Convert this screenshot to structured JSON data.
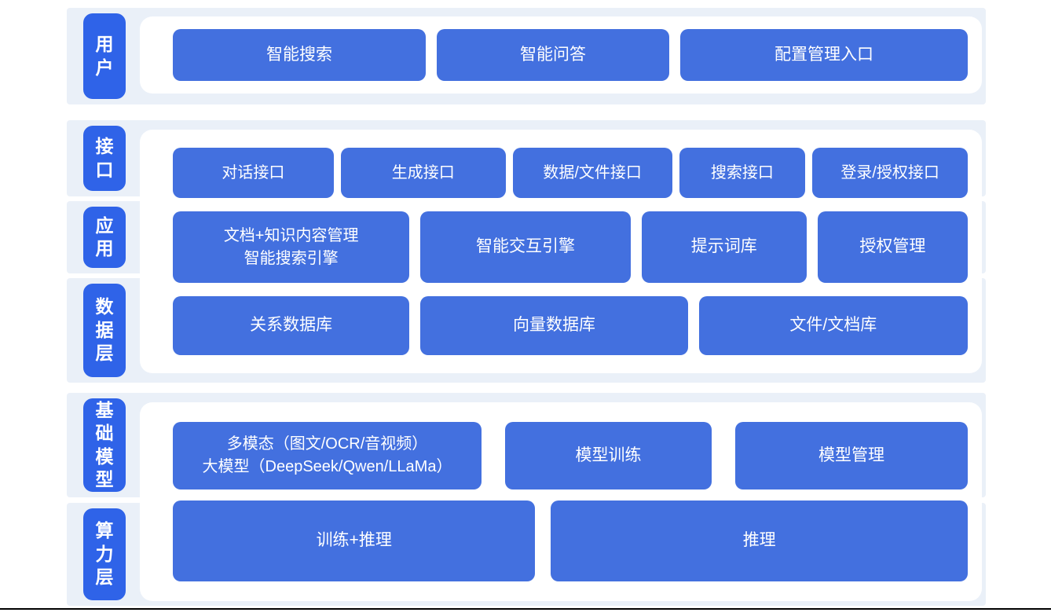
{
  "colors": {
    "band_background": "#eaf0f8",
    "layer_label_blue": "#2f63e8",
    "node_blue": "#4370df",
    "text_white": "#ffffff",
    "bottom_rule_black": "#000000"
  },
  "groups": [
    {
      "name": "user-layer",
      "strips": [
        {
          "label": "用户"
        }
      ],
      "rows": [
        {
          "buttons": [
            {
              "label": "智能搜索"
            },
            {
              "label": "智能问答"
            },
            {
              "label": "配置管理入口"
            }
          ]
        }
      ]
    },
    {
      "name": "interface-application-data-layer",
      "strips": [
        {
          "label": "接口"
        },
        {
          "label": "应用"
        },
        {
          "label": "数据层"
        }
      ],
      "rows": [
        {
          "buttons": [
            {
              "label": "对话接口"
            },
            {
              "label": "生成接口"
            },
            {
              "label": "数据/文件接口"
            },
            {
              "label": "搜索接口"
            },
            {
              "label": "登录/授权接口"
            }
          ]
        },
        {
          "buttons": [
            {
              "label": "文档+知识内容管理\n智能搜索引擎"
            },
            {
              "label": "智能交互引擎"
            },
            {
              "label": "提示词库"
            },
            {
              "label": "授权管理"
            }
          ]
        },
        {
          "buttons": [
            {
              "label": "关系数据库"
            },
            {
              "label": "向量数据库"
            },
            {
              "label": "文件/文档库"
            }
          ]
        }
      ]
    },
    {
      "name": "base-model-compute-layer",
      "strips": [
        {
          "label": "基础模型"
        },
        {
          "label": "算力层"
        }
      ],
      "rows": [
        {
          "buttons": [
            {
              "label": "多模态（图文/OCR/音视频）\n大模型（DeepSeek/Qwen/LLaMa）"
            },
            {
              "label": "模型训练"
            },
            {
              "label": "模型管理"
            }
          ]
        },
        {
          "buttons": [
            {
              "label": "训练+推理"
            },
            {
              "label": "推理"
            }
          ]
        }
      ]
    }
  ]
}
